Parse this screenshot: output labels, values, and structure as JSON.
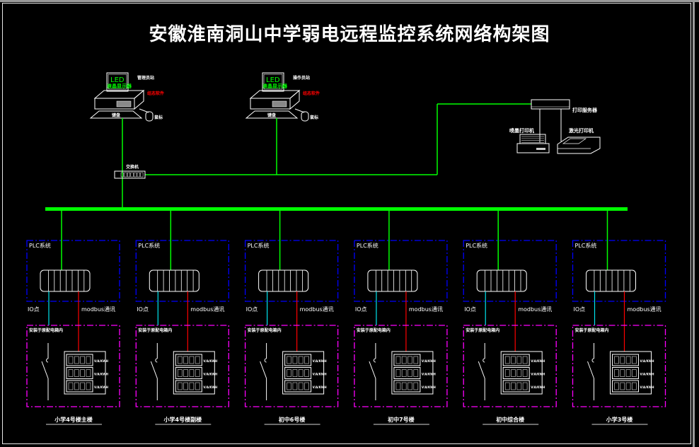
{
  "title": "安徽淮南洞山中学弱电远程监控系统网络构架图",
  "colors": {
    "background": "#000000",
    "network": "#00ff00",
    "io_line": "#00e5ee",
    "modbus_line": "#ff0000",
    "plc_box": "#0000ff",
    "cabinet_box": "#ff00ff",
    "equipment": "#ffffff",
    "label_green": "#00ff00",
    "label_red": "#ff0000"
  },
  "workstations": [
    {
      "name": "管理员站",
      "screen_line1": "LED",
      "screen_line2": "液晶显示器",
      "software": "组态软件",
      "keyboard": "键盘",
      "mouse": "鼠标"
    },
    {
      "name": "操作员站",
      "screen_line1": "LED",
      "screen_line2": "液晶显示器",
      "software": "组态软件",
      "keyboard": "键盘",
      "mouse": "鼠标"
    }
  ],
  "switch_label": "交换机",
  "print_server": {
    "label": "打印服务器",
    "inkjet": "喷墨打印机",
    "laser": "激光打印机"
  },
  "plc_label": "PLC系统",
  "io_label": "IO点",
  "modbus_label": "modbus通讯",
  "cabinet_label": "安装于原配电箱内",
  "meter_label": "V/A/KWH",
  "buildings": [
    "小学4号楼主楼",
    "小学4号楼副楼",
    "初中6号楼",
    "初中7号楼",
    "初中综合楼",
    "小学3号楼"
  ]
}
